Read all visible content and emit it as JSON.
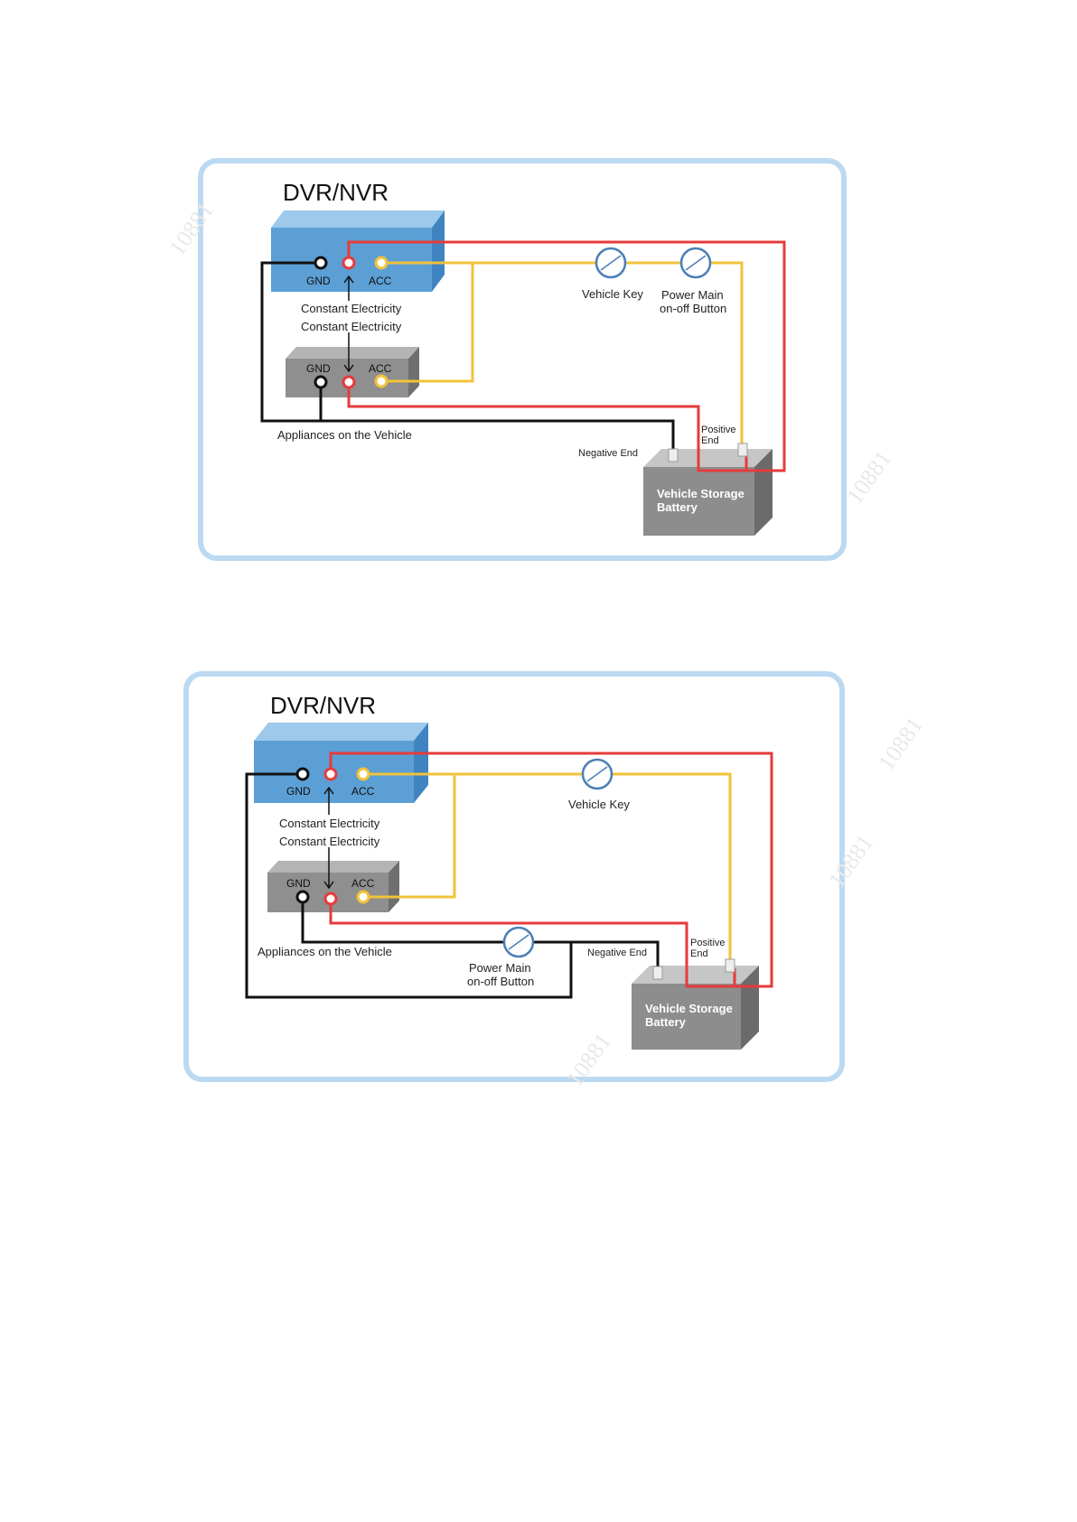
{
  "colors": {
    "frame": "#bcd9f2",
    "dvr_front": "#5b9fd5",
    "dvr_side": "#3f83c0",
    "dvr_top": "#9cc9ec",
    "appliance_front": "#8f8f8f",
    "appliance_side": "#6f6f6f",
    "appliance_top": "#b4b4b4",
    "battery_front": "#8d8d8d",
    "battery_side": "#6b6b6b",
    "battery_top": "#c6c6c6",
    "wire_constant": "#e63b3b",
    "wire_acc": "#f2c23a",
    "wire_gnd": "#111111",
    "switch_stroke": "#4a7fb5"
  },
  "watermark": "10881",
  "diagrams": [
    {
      "title": "DVR/NVR",
      "dvr_ports": {
        "gnd": "GND",
        "acc": "ACC"
      },
      "constant_label_1": "Constant Electricity",
      "constant_label_2": "Constant Electricity",
      "appliance_ports": {
        "gnd": "GND",
        "acc": "ACC"
      },
      "appliances_label": "Appliances on the Vehicle",
      "vehicle_key_label": "Vehicle Key",
      "power_main_line1": "Power Main",
      "power_main_line2": "on-off Button",
      "negative_end_label": "Negative End",
      "positive_end_line1": "Positive",
      "positive_end_line2": "End",
      "battery_line1": "Vehicle Storage",
      "battery_line2": "Battery"
    },
    {
      "title": "DVR/NVR",
      "dvr_ports": {
        "gnd": "GND",
        "acc": "ACC"
      },
      "constant_label_1": "Constant Electricity",
      "constant_label_2": "Constant Electricity",
      "appliance_ports": {
        "gnd": "GND",
        "acc": "ACC"
      },
      "appliances_label": "Appliances on the Vehicle",
      "vehicle_key_label": "Vehicle Key",
      "power_main_line1": "Power Main",
      "power_main_line2": "on-off Button",
      "negative_end_label": "Negative End",
      "positive_end_line1": "Positive",
      "positive_end_line2": "End",
      "battery_line1": "Vehicle Storage",
      "battery_line2": "Battery"
    }
  ]
}
